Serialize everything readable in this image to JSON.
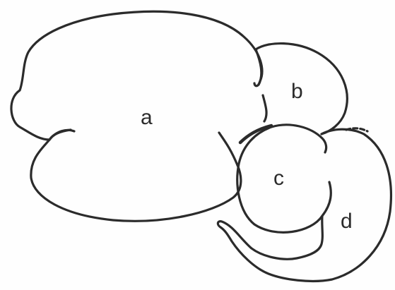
{
  "labels": {
    "a": "a",
    "b": "b",
    "c": "c",
    "d": "d"
  }
}
